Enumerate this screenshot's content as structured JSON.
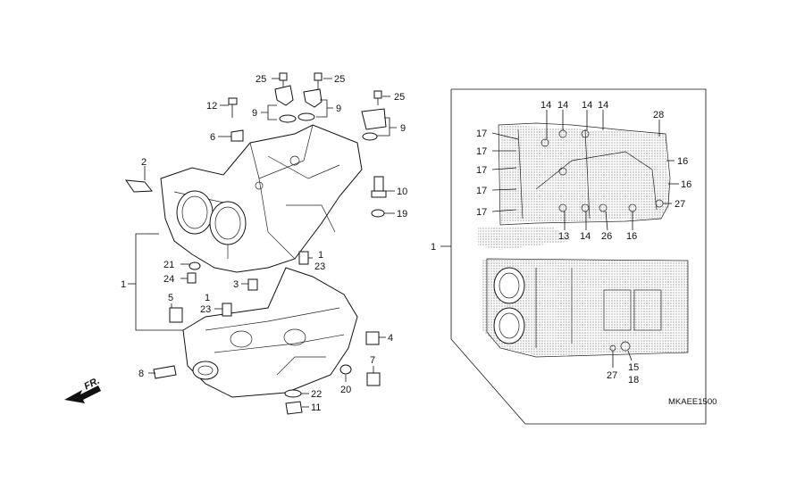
{
  "diagram_code": "MKAEE1500",
  "front_indicator": "FR.",
  "callouts": {
    "c25a": "25",
    "c25b": "25",
    "c25c": "25",
    "c12": "12",
    "c9a": "9",
    "c9b": "9",
    "c9c": "9",
    "c6": "6",
    "c2": "2",
    "c10": "10",
    "c19": "19",
    "c1a": "1",
    "c23a": "23",
    "c21": "21",
    "c24": "24",
    "c3": "3",
    "c1main": "1",
    "c5": "5",
    "c1b": "1",
    "c23b": "23",
    "c4": "4",
    "c7": "7",
    "c20": "20",
    "c22": "22",
    "c11": "11",
    "c8": "8",
    "c1right": "1",
    "r14a": "14",
    "r14b": "14",
    "r14c": "14",
    "r14d": "14",
    "r28": "28",
    "r17a": "17",
    "r17b": "17",
    "r17c": "17",
    "r17d": "17",
    "r17e": "17",
    "r16a": "16",
    "r16b": "16",
    "r27a": "27",
    "r13": "13",
    "r14e": "14",
    "r26": "26",
    "r16c": "16",
    "r27b": "27",
    "r15": "15",
    "r18": "18"
  }
}
